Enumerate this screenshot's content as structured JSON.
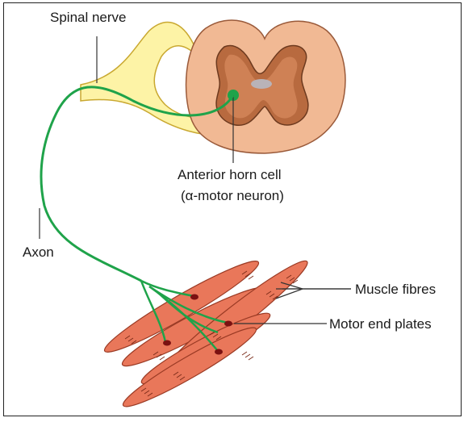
{
  "diagram": {
    "labels": {
      "spinal_nerve": "Spinal nerve",
      "anterior_horn_line1": "Anterior horn cell",
      "anterior_horn_line2": "(α-motor neuron)",
      "axon": "Axon",
      "muscle_fibres": "Muscle fibres",
      "motor_end_plates": "Motor end plates"
    },
    "colors": {
      "nerve": "#fdf3a6",
      "cord_outer": "#f1b994",
      "grey_matter": "#b86a3f",
      "axon": "#1fa34a",
      "muscle": "#e9775a",
      "end_plate": "#7a1111"
    }
  }
}
